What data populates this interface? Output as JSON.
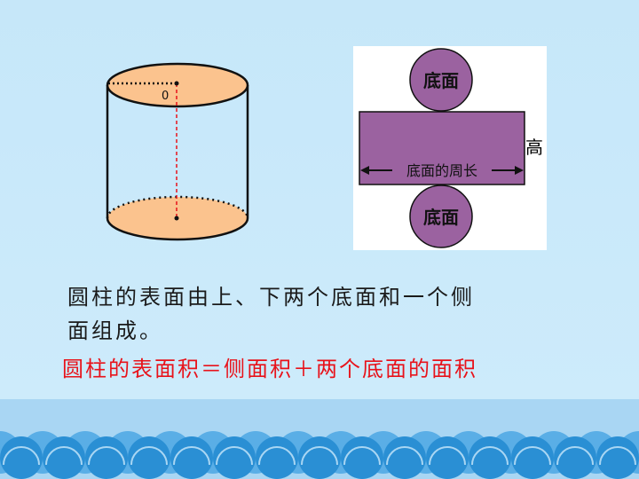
{
  "cylinder": {
    "center_label": "0"
  },
  "net": {
    "top_circle_label": "底面",
    "bottom_circle_label": "底面",
    "rect_label": "底面的周长",
    "height_label": "高"
  },
  "text": {
    "description_line1": "圆柱的表面由上、下两个底面和一个侧",
    "description_line2": "面组成。",
    "formula": "圆柱的表面积＝侧面积＋两个底面的面积"
  },
  "colors": {
    "base_fill": "#fbc38e",
    "net_fill": "#9b62a0",
    "formula_text": "#e8121a",
    "wave_dark": "#2a8fd4",
    "background": "#c9e9fa"
  }
}
